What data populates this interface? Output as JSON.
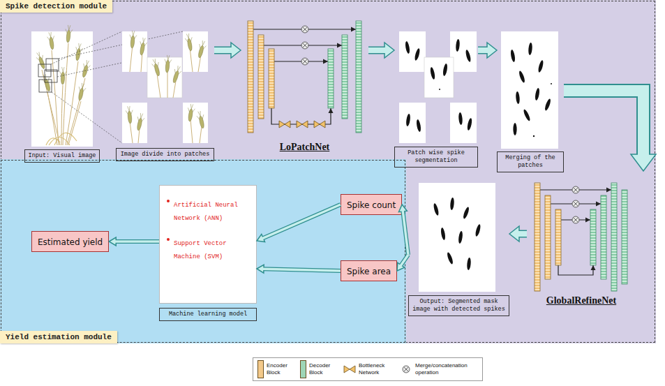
{
  "diagram": {
    "nodes": [
      {
        "text": [
          "Spike detection module"
        ]
      },
      {
        "text": [
          "Input: Visual image"
        ],
        "in": 0
      },
      {
        "text": [
          "Image divide into patches"
        ],
        "in": 0
      },
      {
        "text": [
          "LoPatchNet"
        ],
        "in": 0
      },
      {
        "text": [
          "Patch wise spike segmentation"
        ],
        "in": 0
      },
      {
        "text": [
          "Merging of the patches"
        ],
        "in": 0
      },
      {
        "text": [
          "GlobalRefineNet"
        ],
        "in": 0
      },
      {
        "text": [
          "Output: Segmented mask image with detected spikes"
        ],
        "in": 0
      },
      {
        "text": [
          "Yield estimation module"
        ],
        "in": 0
      },
      {
        "text": [
          "Artificial Neural Network (ANN)",
          "Support Vector Machine (SVM)",
          "Machine learning model"
        ],
        "in": 8
      },
      {
        "text": [
          "Spike count"
        ],
        "in": 8
      },
      {
        "text": [
          "Spike area"
        ],
        "in": 8
      },
      {
        "text": [
          "Estimated yield"
        ],
        "in": 8
      }
    ],
    "edges": [
      {
        "from": 2,
        "to": 3,
        "arrow": "to"
      },
      {
        "from": 3,
        "to": 4,
        "arrow": "to"
      },
      {
        "from": 4,
        "to": 5,
        "arrow": "to"
      },
      {
        "from": 5,
        "to": 6,
        "arrow": "to"
      },
      {
        "from": 6,
        "to": 7,
        "arrow": "to"
      },
      {
        "from": 7,
        "to": 10,
        "arrow": "to"
      },
      {
        "from": 7,
        "to": 11,
        "arrow": "to"
      },
      {
        "from": 10,
        "to": 9,
        "arrow": "to"
      },
      {
        "from": 11,
        "to": 9,
        "arrow": "to"
      },
      {
        "from": 9,
        "to": 12,
        "arrow": "to"
      }
    ],
    "legend": [
      {
        "text": "Encoder Block",
        "color": "#f3c98a"
      },
      {
        "text": "Decoder Block",
        "color": "#9ed6b6"
      },
      {
        "text": "Bottleneck Network"
      },
      {
        "text": "Merge/concatenation operation"
      }
    ]
  }
}
